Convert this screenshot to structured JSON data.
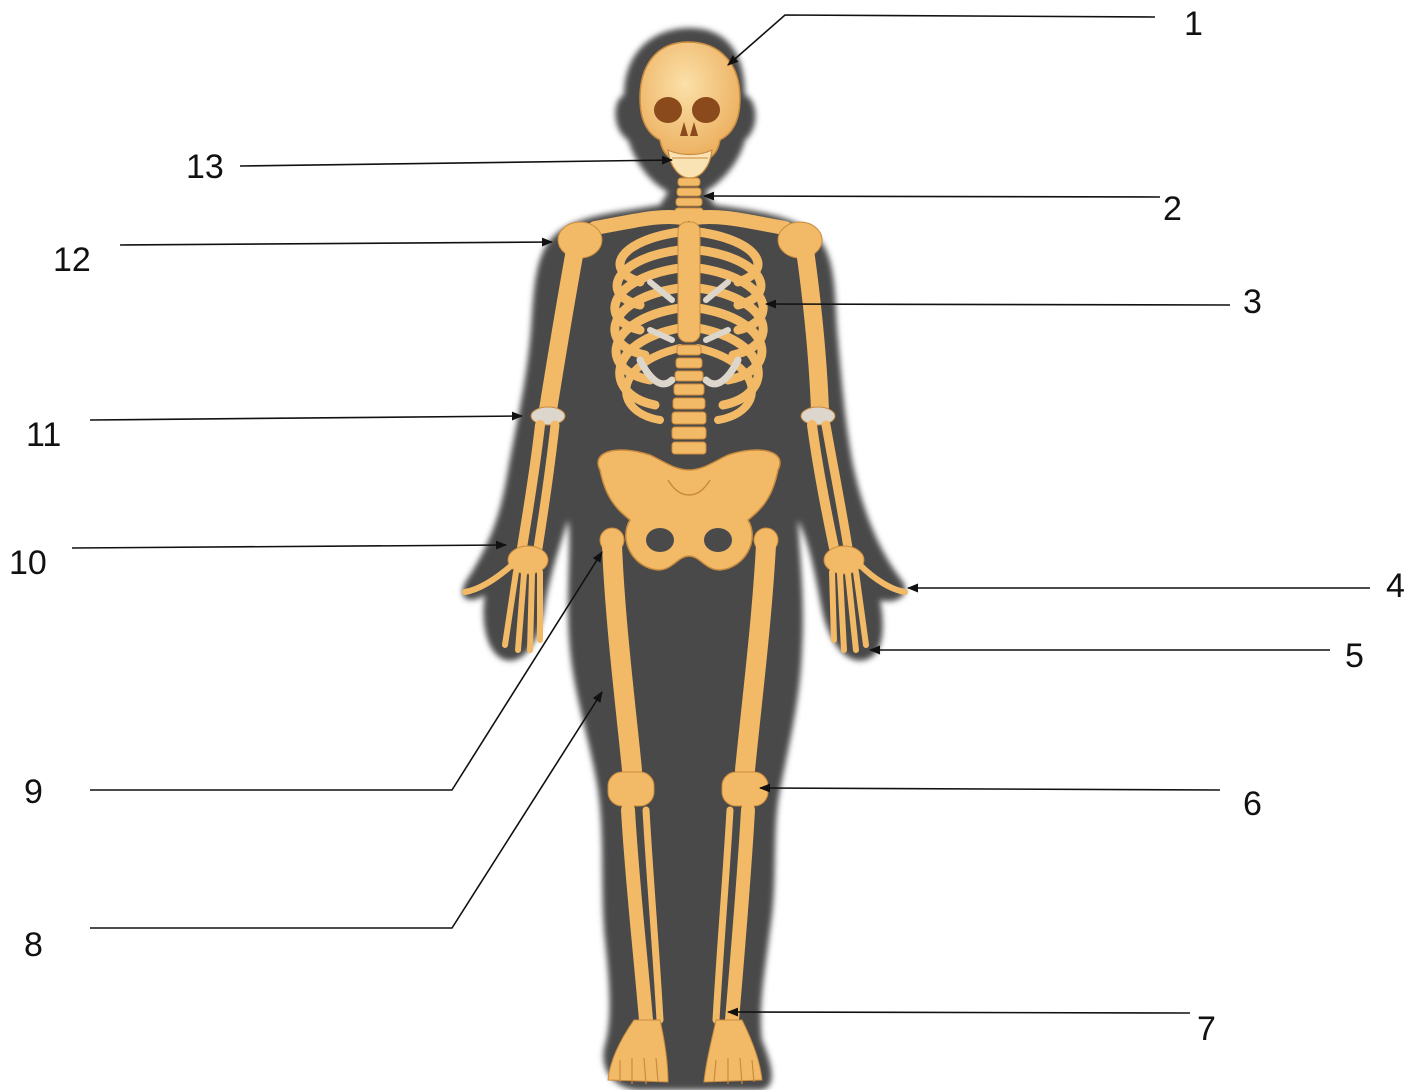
{
  "diagram": {
    "labels": [
      "1",
      "2",
      "3",
      "4",
      "5",
      "6",
      "7",
      "8",
      "9",
      "10",
      "11",
      "12",
      "13"
    ]
  },
  "colors": {
    "background": "#ffffff",
    "silhouette": "#4a4a4a",
    "bone": "#f2b967",
    "bone_shadow": "#d99540",
    "bone_highlight": "#f9d79a",
    "cartilage": "#dcd6cc",
    "leader_line": "#111111"
  }
}
